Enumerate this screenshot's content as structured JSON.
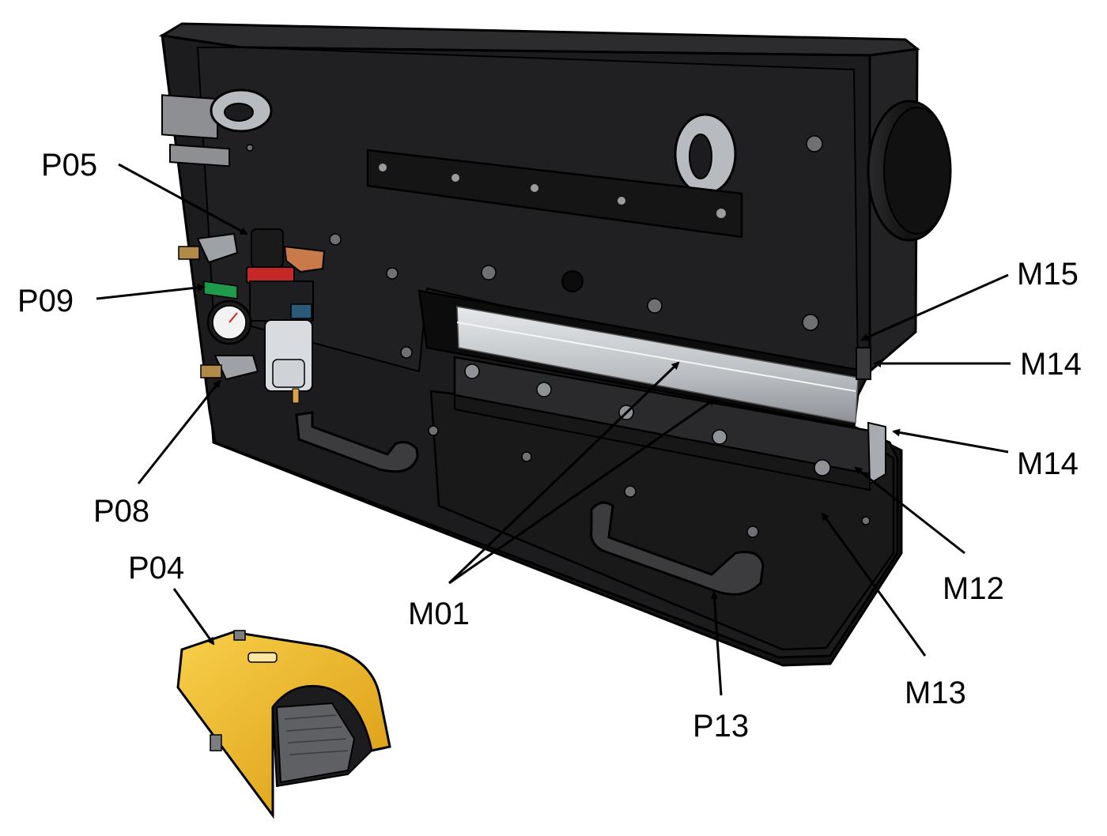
{
  "callouts": {
    "p05": "P05",
    "p09": "P09",
    "p08": "P08",
    "p04": "P04",
    "m01": "M01",
    "p13": "P13",
    "m13": "M13",
    "m12": "M12",
    "m14_lower": "M14",
    "m14_upper": "M14",
    "m15": "M15"
  },
  "colors": {
    "machine_body": "#1c1c1e",
    "machine_edge": "#3a3a3c",
    "blade_steel": "#c9cccf",
    "pedal_yellow": "#f2b51c",
    "regulator_red": "#c62828",
    "copper_bracket": "#c87a4a",
    "leader_line": "#000000"
  }
}
